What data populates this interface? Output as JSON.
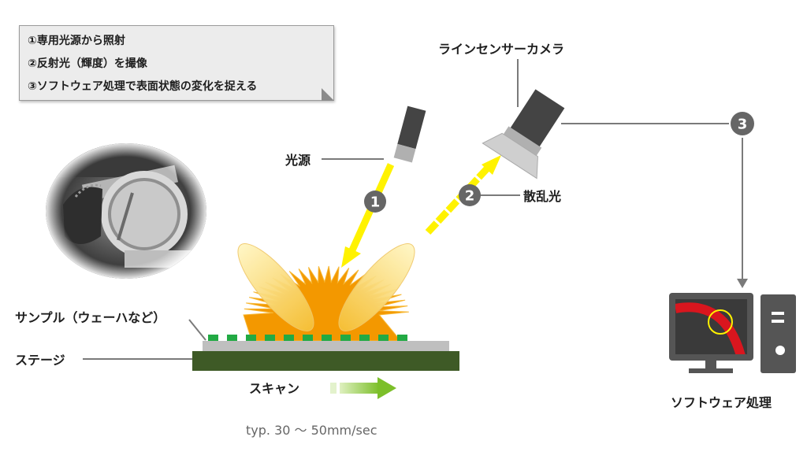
{
  "note": {
    "line1": "①専用光源から照射",
    "line2": "②反射光（輝度）を撮像",
    "line3": "③ソフトウェア処理で表面状態の変化を捉える"
  },
  "labels": {
    "camera": "ラインセンサーカメラ",
    "light_source": "光源",
    "scattered_light": "散乱光",
    "sample": "サンプル（ウェーハなど）",
    "stage": "ステージ",
    "scan": "スキャン",
    "software": "ソフトウェア処理"
  },
  "step_numbers": [
    "1",
    "2",
    "3"
  ],
  "speed_text": "typ. 30 〜 50mm/sec",
  "colors": {
    "beam": "#fff200",
    "burst": "#f39800",
    "stage": "#3e5a26",
    "sample_dots": "#22aa44",
    "scan_arrow": "#8cc63f",
    "badge": "#666666",
    "monitor_red": "#d9161e"
  }
}
